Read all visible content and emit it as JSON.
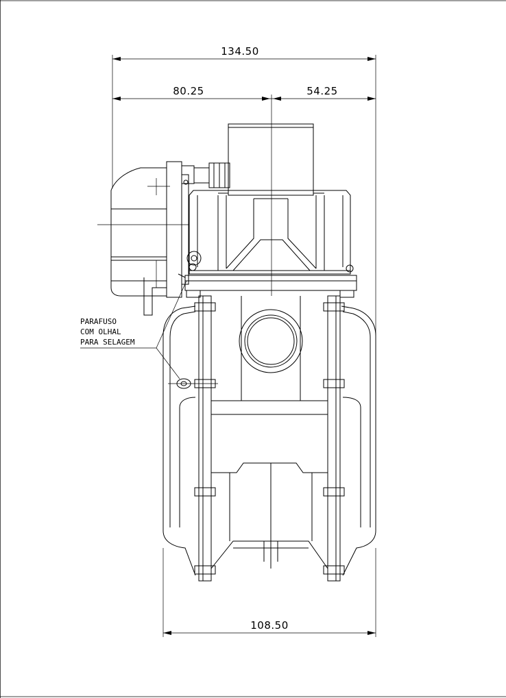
{
  "dimensions": {
    "overall_width": "134.50",
    "left_offset": "80.25",
    "right_offset": "54.25",
    "body_width": "108.50"
  },
  "annotation": {
    "line1": "PARAFUSO",
    "line2": "COM OLHAL",
    "line3": "PARA SELAGEM"
  }
}
